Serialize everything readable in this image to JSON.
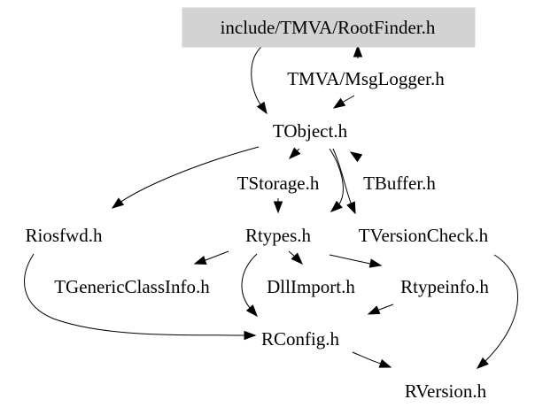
{
  "diagram": {
    "root_fill": "#d3d3d3",
    "nodes": [
      {
        "id": "rootfinder",
        "label": "include/TMVA/RootFinder.h",
        "highlight": true
      },
      {
        "id": "msglogger",
        "label": "TMVA/MsgLogger.h"
      },
      {
        "id": "tobject",
        "label": "TObject.h"
      },
      {
        "id": "tstorage",
        "label": "TStorage.h"
      },
      {
        "id": "tbuffer",
        "label": "TBuffer.h"
      },
      {
        "id": "riosfwd",
        "label": "Riosfwd.h"
      },
      {
        "id": "rtypes",
        "label": "Rtypes.h"
      },
      {
        "id": "tversioncheck",
        "label": "TVersionCheck.h"
      },
      {
        "id": "tgenericclassinfo",
        "label": "TGenericClassInfo.h"
      },
      {
        "id": "dllimport",
        "label": "DllImport.h"
      },
      {
        "id": "rtypeinfo",
        "label": "Rtypeinfo.h"
      },
      {
        "id": "rconfig",
        "label": "RConfig.h"
      },
      {
        "id": "rversion",
        "label": "RVersion.h"
      }
    ],
    "edges": [
      {
        "from": "rootfinder",
        "to": "msglogger"
      },
      {
        "from": "rootfinder",
        "to": "tobject"
      },
      {
        "from": "msglogger",
        "to": "tobject"
      },
      {
        "from": "tobject",
        "to": "riosfwd"
      },
      {
        "from": "tobject",
        "to": "tstorage"
      },
      {
        "from": "tobject",
        "to": "tbuffer"
      },
      {
        "from": "tobject",
        "to": "rtypes"
      },
      {
        "from": "tobject",
        "to": "tversioncheck"
      },
      {
        "from": "tstorage",
        "to": "rtypes"
      },
      {
        "from": "rtypes",
        "to": "tgenericclassinfo"
      },
      {
        "from": "rtypes",
        "to": "dllimport"
      },
      {
        "from": "rtypes",
        "to": "rtypeinfo"
      },
      {
        "from": "rtypes",
        "to": "rconfig"
      },
      {
        "from": "riosfwd",
        "to": "rconfig"
      },
      {
        "from": "rtypeinfo",
        "to": "rconfig"
      },
      {
        "from": "rconfig",
        "to": "rversion"
      },
      {
        "from": "tversioncheck",
        "to": "rversion"
      }
    ]
  }
}
